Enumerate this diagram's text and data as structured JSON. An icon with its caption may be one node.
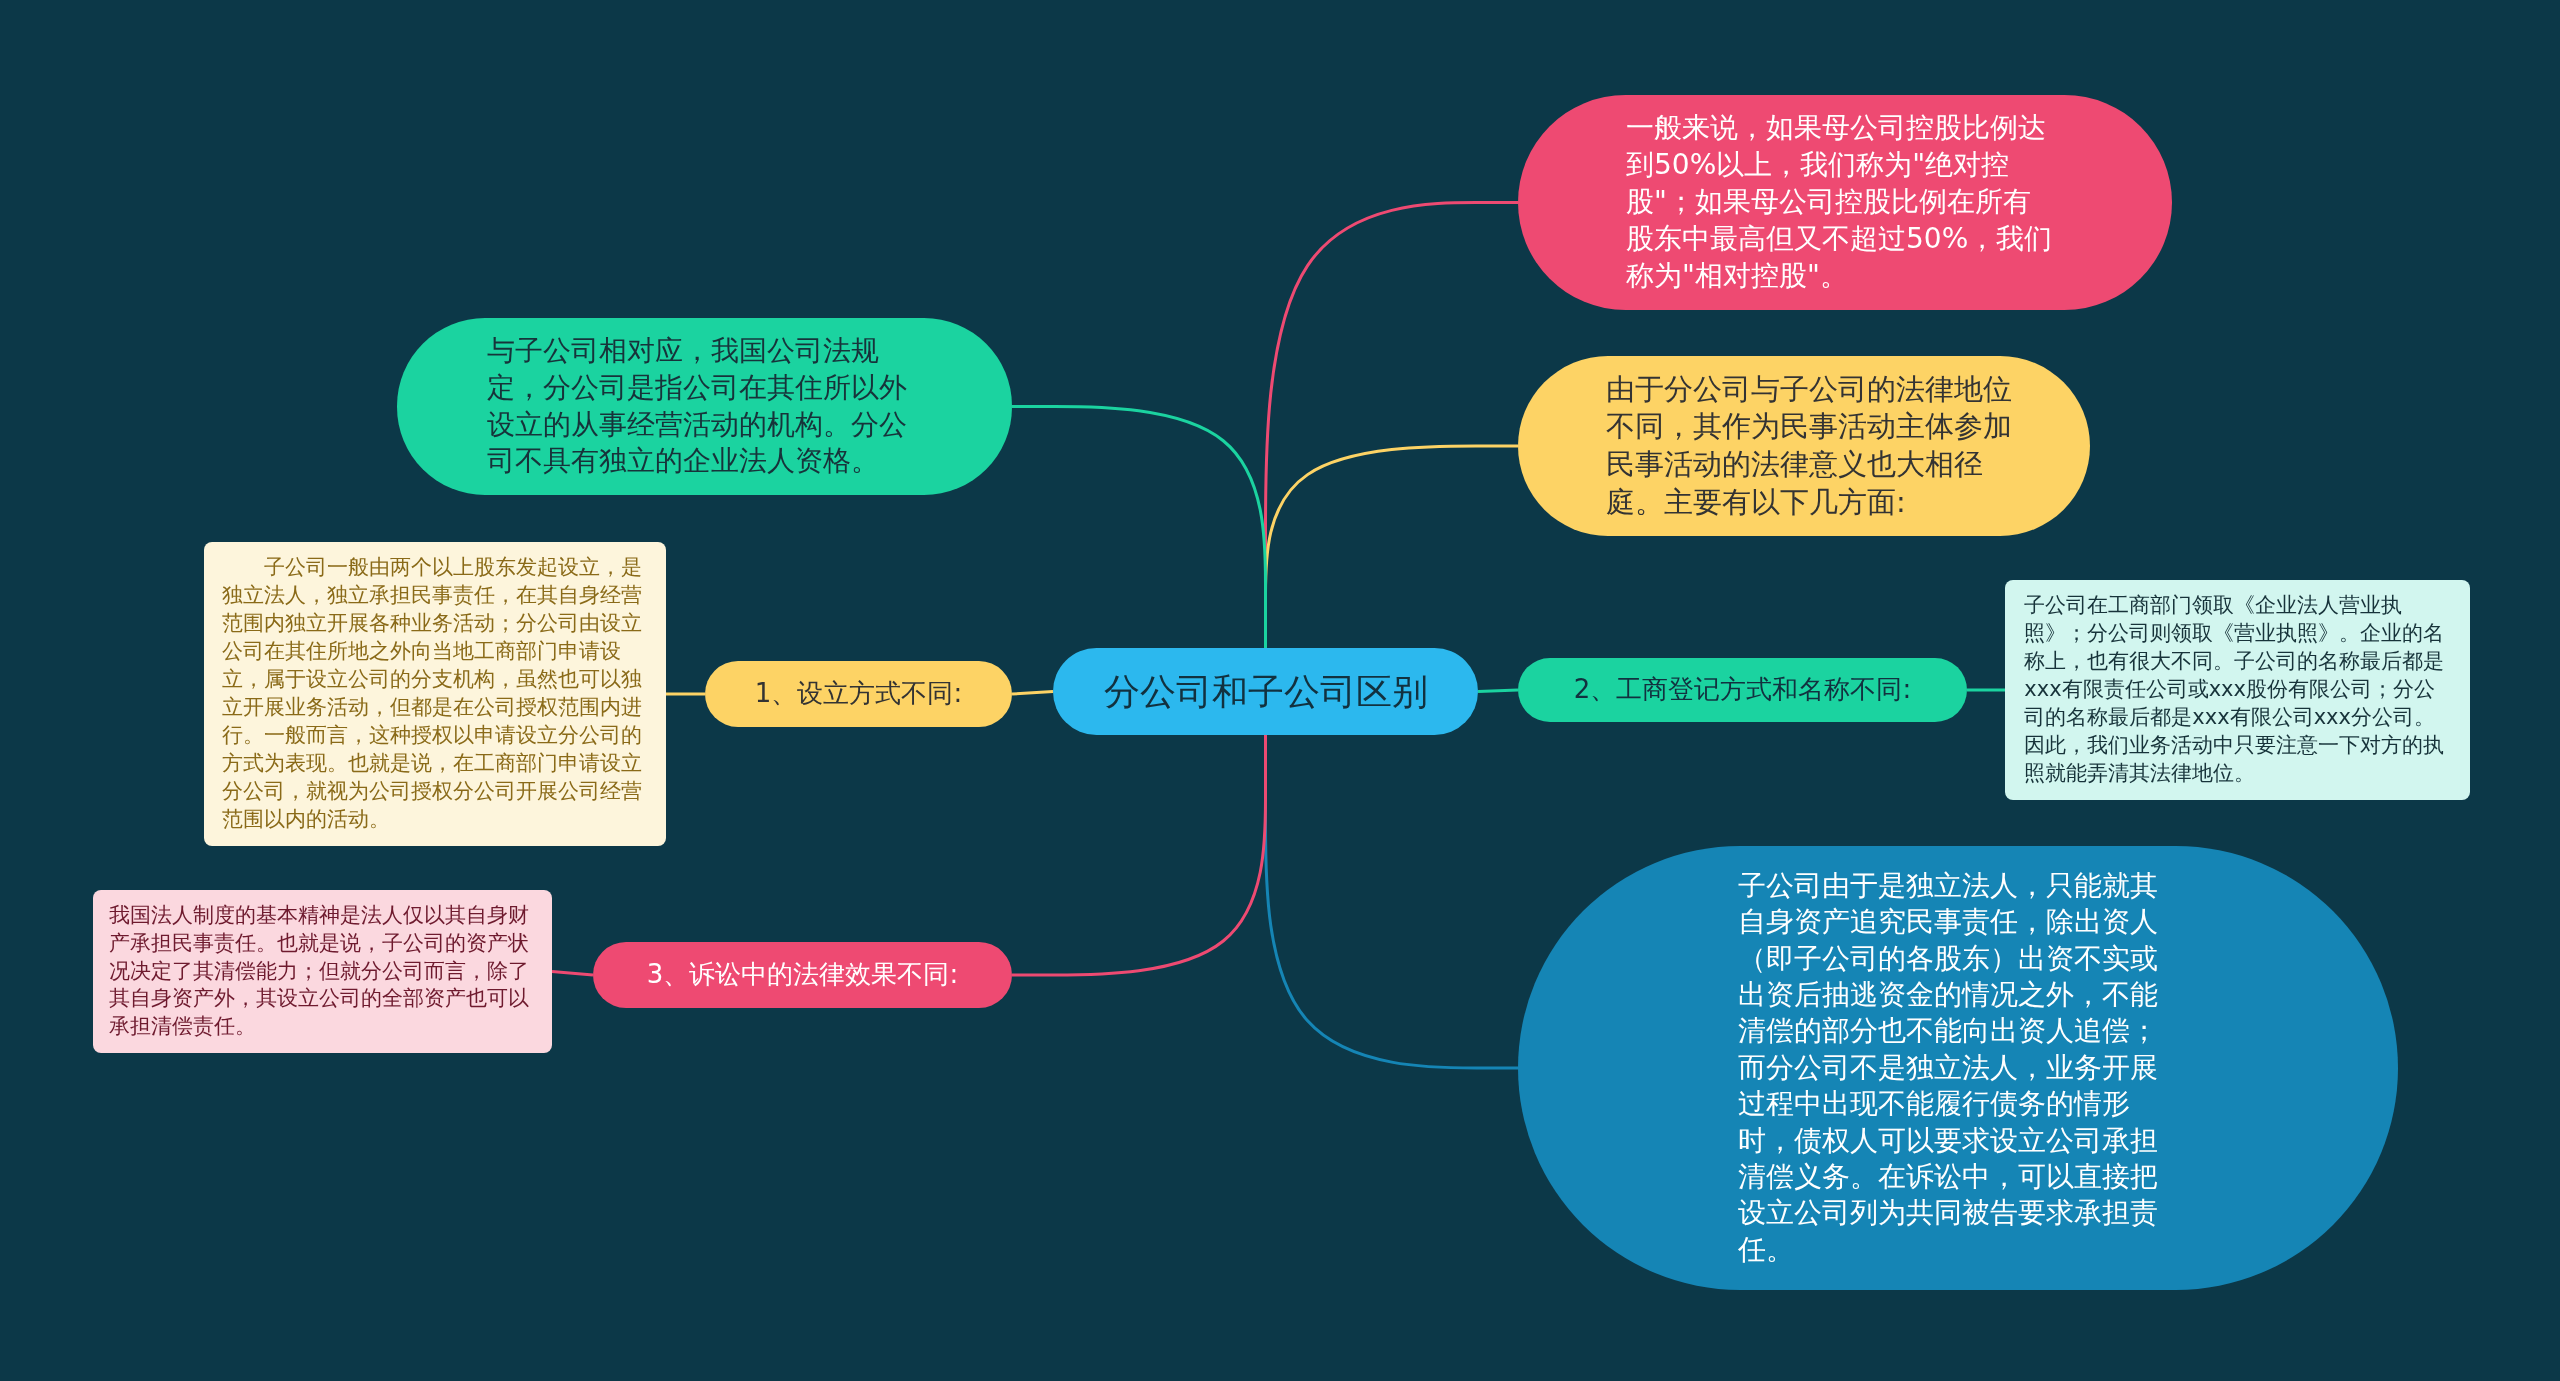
{
  "diagram": {
    "nodes": [
      {
        "text": [
          "分公司和子公司区别"
        ]
      },
      {
        "text": [
          "一般来说，如果母公司控股比例达到50%以上，我们称为\"绝对控股\"；如果母公司控股比例在所有股东中最高但又不超过50%，我们称为\"相对控股\"。"
        ]
      },
      {
        "text": [
          "由于分公司与子公司的法律地位不同，其作为民事活动主体参加民事活动的法律意义也大相径庭。主要有以下几方面:"
        ]
      },
      {
        "text": [
          "2、工商登记方式和名称不同:"
        ]
      },
      {
        "text": [
          "子公司在工商部门领取《企业法人营业执照》；分公司则领取《营业执照》。企业的名称上，也有很大不同。子公司的名称最后都是xxx有限责任公司或xxx股份有限公司；分公司的名称最后都是xxx有限公司xxx分公司。因此，我们业务活动中只要注意一下对方的执照就能弄清其法律地位。"
        ]
      },
      {
        "text": [
          "子公司由于是独立法人，只能就其自身资产追究民事责任，除出资人（即子公司的各股东）出资不实或出资后抽逃资金的情况之外，不能清偿的部分也不能向出资人追偿；而分公司不是独立法人，业务开展过程中出现不能履行债务的情形时，债权人可以要求设立公司承担清偿义务。在诉讼中，可以直接把设立公司列为共同被告要求承担责任。"
        ]
      },
      {
        "text": [
          "与子公司相对应，我国公司法规定，分公司是指公司在其住所以外设立的从事经营活动的机构。分公司不具有独立的企业法人资格。"
        ]
      },
      {
        "text": [
          "1、设立方式不同:"
        ]
      },
      {
        "text": [
          "子公司一般由两个以上股东发起设立，是独立法人，独立承担民事责任，在其自身经营范围内独立开展各种业务活动；分公司由设立公司在其住所地之外向当地工商部门申请设立，属于设立公司的分支机构，虽然也可以独立开展业务活动，但都是在公司授权范围内进行。一般而言，这种授权以申请设立分公司的方式为表现。也就是说，在工商部门申请设立分公司，就视为公司授权分公司开展公司经营范围以内的活动。"
        ]
      },
      {
        "text": [
          "3、诉讼中的法律效果不同:"
        ]
      },
      {
        "text": [
          "我国法人制度的基本精神是法人仅以其自身财产承担民事责任。也就是说，子公司的资产状况决定了其清偿能力；但就分公司而言，除了其自身资产外，其设立公司的全部资产也可以承担清偿责任。"
        ]
      }
    ],
    "edges": [
      {
        "from": 0,
        "to": 1,
        "arrow": "none",
        "color": "#ee4a72"
      },
      {
        "from": 0,
        "to": 2,
        "arrow": "none",
        "color": "#fdd365"
      },
      {
        "from": 0,
        "to": 3,
        "arrow": "none",
        "color": "#1bd3a0"
      },
      {
        "from": 3,
        "to": 4,
        "arrow": "none",
        "color": "#1bd3a0"
      },
      {
        "from": 0,
        "to": 5,
        "arrow": "none",
        "color": "#1585b5"
      },
      {
        "from": 0,
        "to": 6,
        "arrow": "none",
        "color": "#1bd3a0"
      },
      {
        "from": 0,
        "to": 7,
        "arrow": "none",
        "color": "#fdd365"
      },
      {
        "from": 7,
        "to": 8,
        "arrow": "none",
        "color": "#fdd365"
      },
      {
        "from": 0,
        "to": 9,
        "arrow": "none",
        "color": "#ee4a72"
      },
      {
        "from": 9,
        "to": 10,
        "arrow": "none",
        "color": "#ee4a72"
      }
    ]
  }
}
